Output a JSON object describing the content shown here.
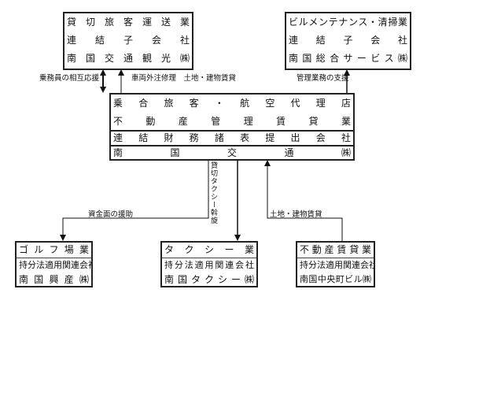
{
  "companies": {
    "top_left": {
      "lines": [
        "貸切旅客運送業",
        "連結子会社",
        "南国交通観光㈱"
      ]
    },
    "top_right": {
      "lines": [
        "ビルメンテナンス・清掃業",
        "連結子会社",
        "南国総合サービス㈱"
      ]
    },
    "parent": {
      "lines": [
        "乗合旅客・航空代理店",
        "不動産管理賃貸業",
        "連結財務諸表提出会社",
        "南国交通㈱"
      ]
    },
    "bottom_left": {
      "lines": [
        "ゴルフ場業",
        "持分法適用関連会社",
        "南国興産㈱"
      ]
    },
    "bottom_center": {
      "lines": [
        "タクシー業",
        "持分法適用関連会社",
        "南国タクシー㈱"
      ]
    },
    "bottom_right": {
      "lines": [
        "不動産賃貸業",
        "持分法適用関連会社",
        "南国中央町ビル㈱"
      ]
    }
  },
  "relations": {
    "crew_support": "乗務員の相互応援",
    "vehicle_repair_lease": "車両外注修理　土地・建物賃貸",
    "management_support": "管理業務の支援",
    "financial_support": "資金面の援助",
    "charter_taxi": "貸切タクシー斡旋",
    "land_building_lease": "土地・建物賃貸"
  }
}
